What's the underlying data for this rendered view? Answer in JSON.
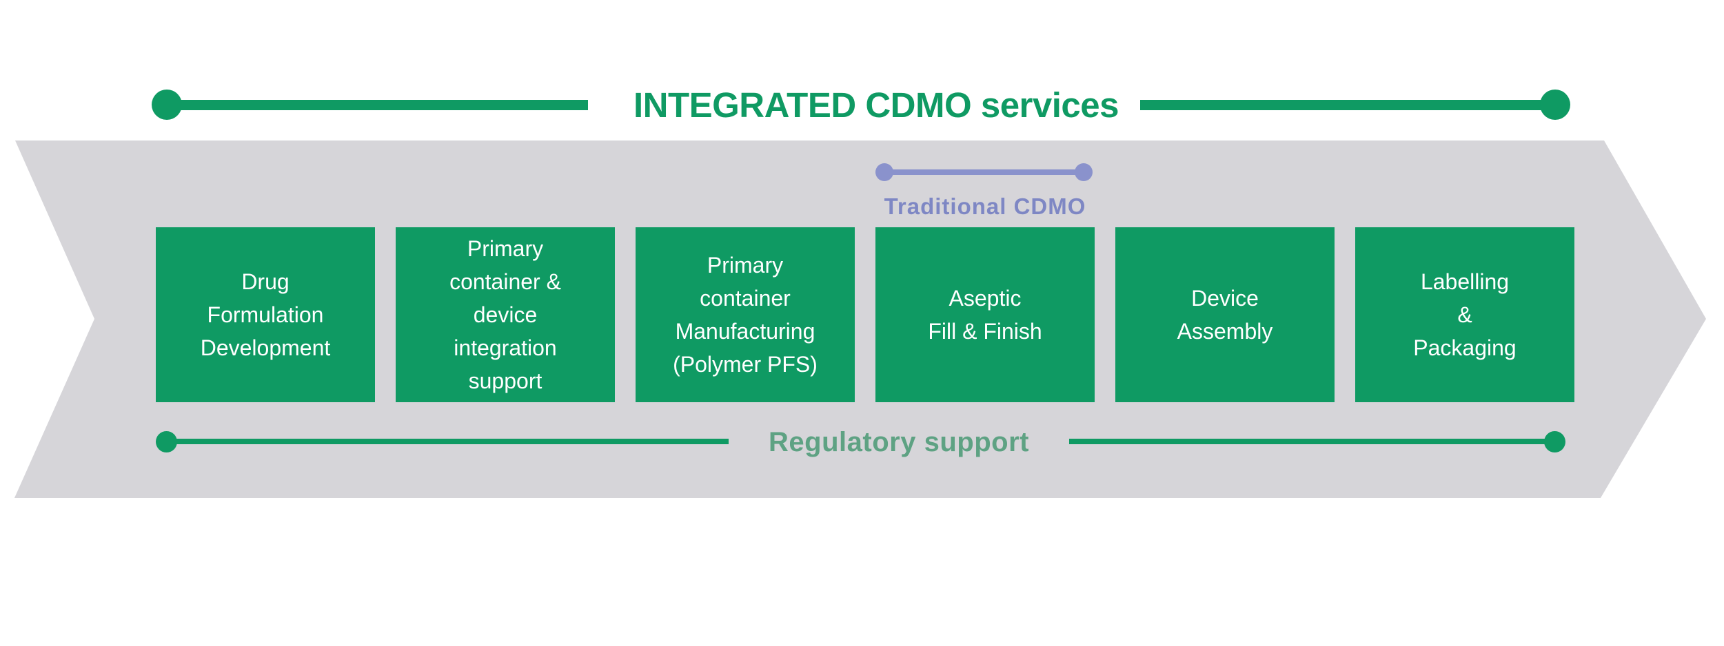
{
  "title": {
    "primary": "INTEGRATED CDMO",
    "secondary": " services"
  },
  "traditional": {
    "label": "Traditional CDMO"
  },
  "regulatory": {
    "label": "Regulatory support"
  },
  "services": [
    {
      "label": "Drug\nFormulation\nDevelopment"
    },
    {
      "label": "Primary\ncontainer &\ndevice\nintegration\nsupport"
    },
    {
      "label": "Primary\ncontainer\nManufacturing\n(Polymer PFS)"
    },
    {
      "label": "Aseptic\nFill & Finish"
    },
    {
      "label": "Device\nAssembly"
    },
    {
      "label": "Labelling\n&\nPackaging"
    }
  ],
  "colors": {
    "green": "#0F9A63",
    "green-soft": "#5EA283",
    "purple-line": "#8A92CC",
    "purple-text": "#7E87C4",
    "band-gray": "#D6D5D9",
    "box-text": "#FFFFFF"
  }
}
